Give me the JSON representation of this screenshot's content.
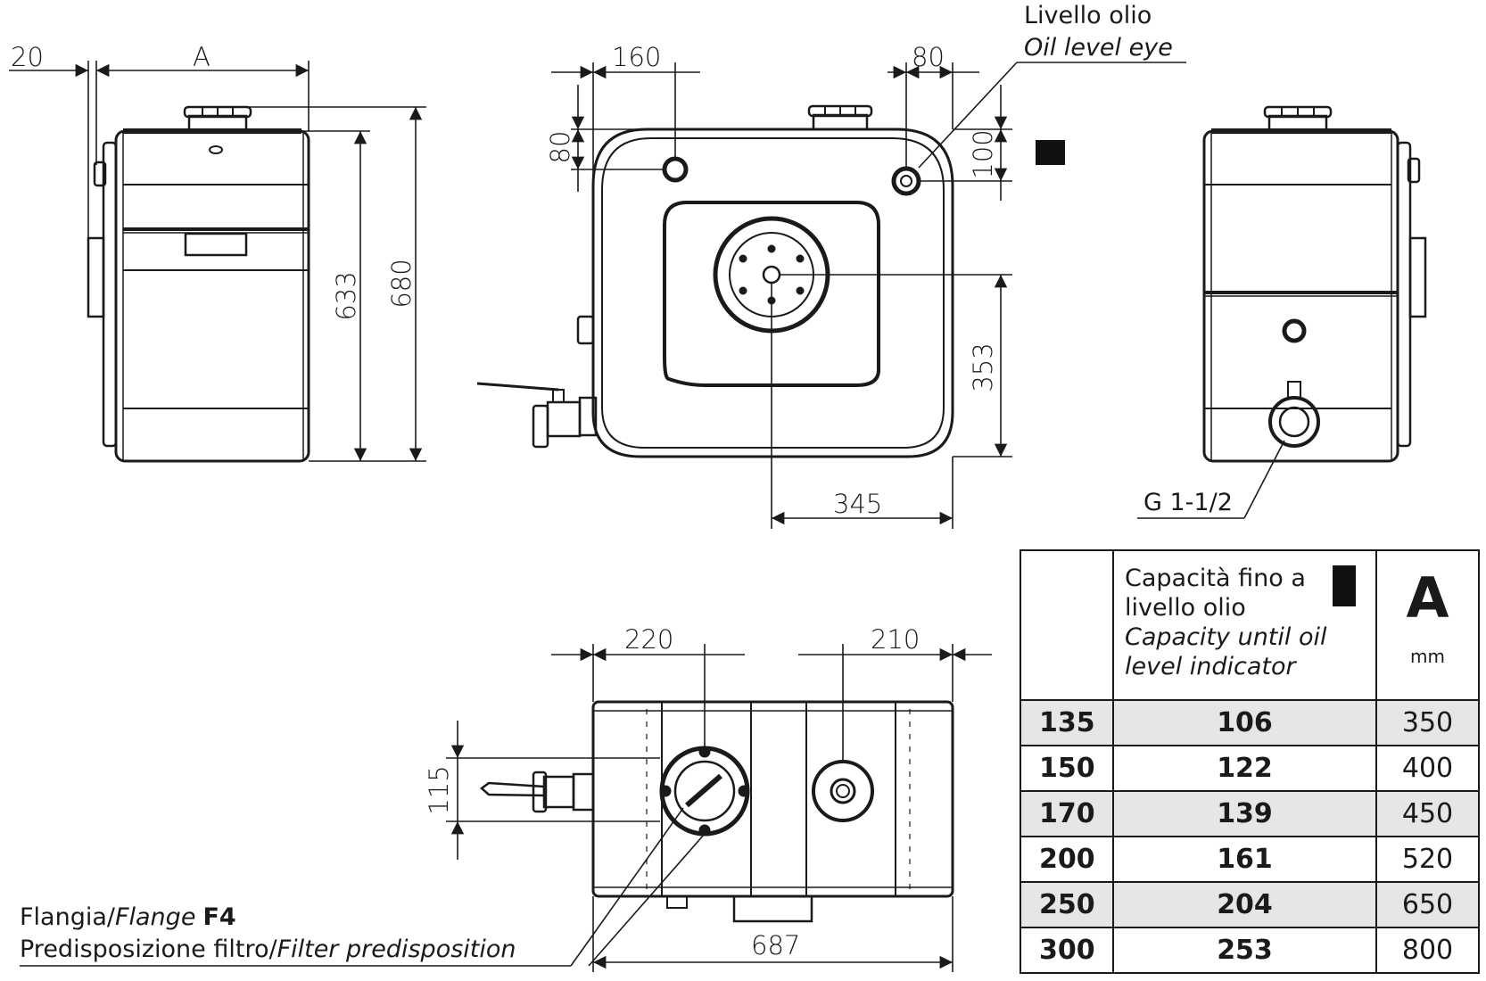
{
  "dimensions": {
    "d20": "20",
    "dA": "A",
    "d633": "633",
    "d680": "680",
    "d160": "160",
    "d80_top": "80",
    "d80_left": "80",
    "d100": "100",
    "d353": "353",
    "d345": "345",
    "d220": "220",
    "d210": "210",
    "d115": "115",
    "d687": "687"
  },
  "callouts": {
    "oil_level_it": "Livello olio",
    "oil_level_en": "Oil level eye",
    "thread": "G 1-1/2",
    "flange_it": "Flangia/",
    "flange_en": "Flange",
    "flange_code": "F4",
    "filter_it": "Predisposizione filtro/",
    "filter_en": "Filter predisposition"
  },
  "table": {
    "header": {
      "capacity_it_1": "Capacità fino a",
      "capacity_it_2": "livello olio",
      "capacity_en_1": "Capacity until oil",
      "capacity_en_2": "level indicator",
      "a_letter": "A",
      "a_unit": "mm"
    },
    "rows": [
      {
        "model": "135",
        "capacity": "106",
        "a": "350"
      },
      {
        "model": "150",
        "capacity": "122",
        "a": "400"
      },
      {
        "model": "170",
        "capacity": "139",
        "a": "450"
      },
      {
        "model": "200",
        "capacity": "161",
        "a": "520"
      },
      {
        "model": "250",
        "capacity": "204",
        "a": "650"
      },
      {
        "model": "300",
        "capacity": "253",
        "a": "800"
      }
    ]
  },
  "colors": {
    "line": "#1a1a1a",
    "row_shade": "#e6e6e6",
    "marker": "#111111"
  }
}
